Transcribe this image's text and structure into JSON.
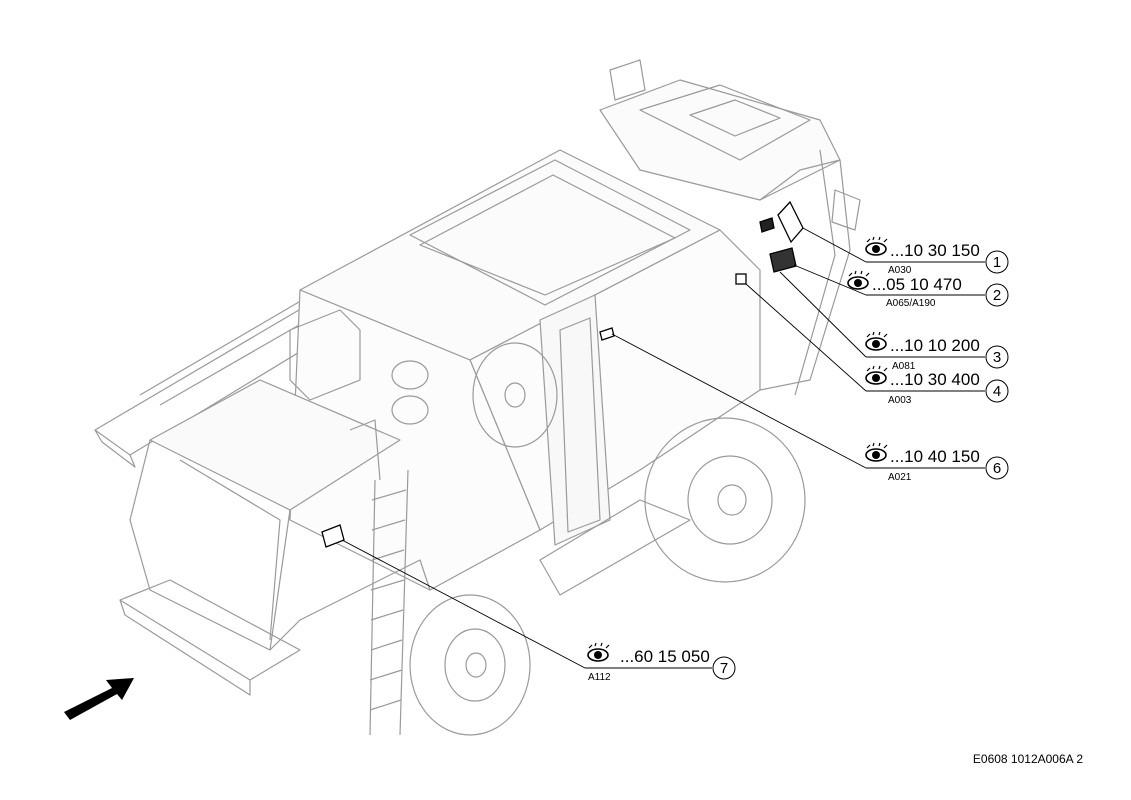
{
  "callouts": [
    {
      "number": "1",
      "ref": "...10 30 150",
      "sub": "A030"
    },
    {
      "number": "2",
      "ref": "...05 10 470",
      "sub": "A065/A190"
    },
    {
      "number": "3",
      "ref": "...10 10 200",
      "sub": "A081"
    },
    {
      "number": "4",
      "ref": "...10 30 400",
      "sub": "A003"
    },
    {
      "number": "6",
      "ref": "...10 40 150",
      "sub": "A021"
    },
    {
      "number": "7",
      "ref": "...60 15 050",
      "sub": "A112"
    }
  ],
  "document_id": "E0608 1012A006A 2",
  "icons": {
    "callout_symbol": "eye-icon",
    "direction": "arrow-icon"
  }
}
